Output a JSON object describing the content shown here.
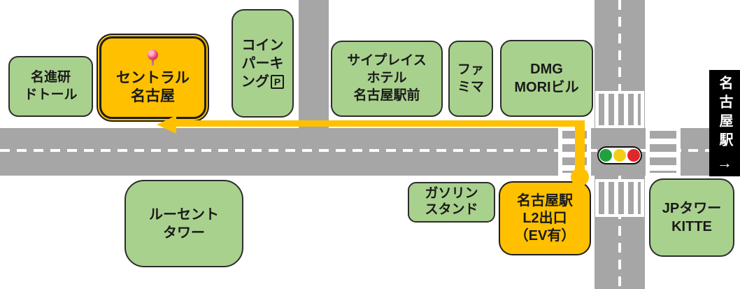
{
  "colors": {
    "building_green": "#A9D18E",
    "highlight_orange": "#FFC000",
    "road_gray": "#A6A6A6",
    "route_orange": "#FFC000",
    "signal_green": "#1FA23C",
    "signal_yellow": "#F2CF17",
    "signal_red": "#E0282B",
    "sign_background": "#000000",
    "sign_text": "#FFFFFF",
    "pin_red": "#EF3F71"
  },
  "buildings": {
    "meishinken": {
      "label": "名進研\nドトール"
    },
    "central_nagoya": {
      "label": "セントラル\n名古屋"
    },
    "coin_parking": {
      "label": "コイン\nパーキ\nング",
      "p_symbol": "P"
    },
    "cypress_hotel": {
      "label": "サイプレイス\nホテル\n名古屋駅前"
    },
    "famima": {
      "label": "ファ\nミマ"
    },
    "dmg_mori": {
      "label": "DMG\nMORIビル"
    },
    "lucent_tower": {
      "label": "ルーセント\nタワー"
    },
    "gas_station": {
      "label": "ガソリン\nスタンド"
    },
    "l2_exit": {
      "label": "名古屋駅\nL2出口\n（EV有）"
    },
    "jp_tower": {
      "label": "JPタワー\nKITTE"
    }
  },
  "station_sign": {
    "label": "名古屋駅",
    "arrow": "→"
  },
  "route": {
    "start_marker": "dot",
    "end_marker": "arrow-left"
  }
}
